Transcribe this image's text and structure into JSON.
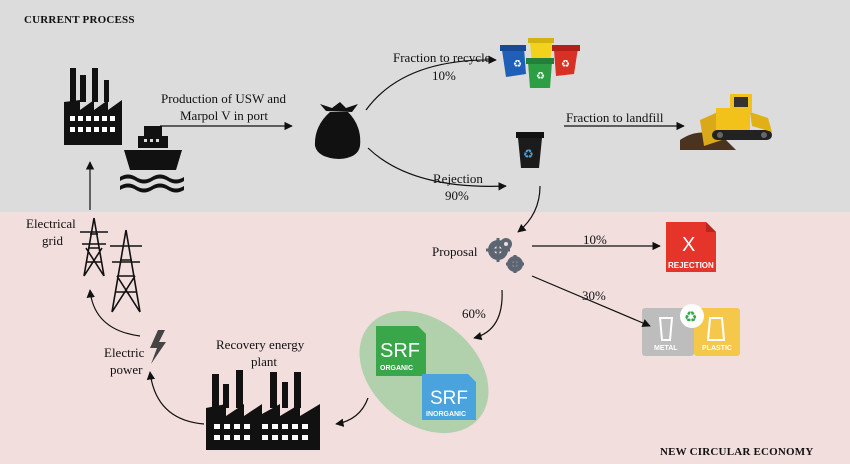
{
  "sections": {
    "current": "CURRENT PROCESS",
    "circular": "NEW CIRCULAR ECONOMY"
  },
  "labels": {
    "production_l1": "Production of USW and",
    "production_l2": "Marpol V in port",
    "fraction_recycle": "Fraction to recycle",
    "recycle_pct": "10%",
    "fraction_landfill": "Fraction to landfill",
    "rejection": "Rejection",
    "rejection_pct": "90%",
    "proposal": "Proposal",
    "proposal_reject_pct": "10%",
    "proposal_recycle_pct": "30%",
    "proposal_srf_pct": "60%",
    "recovery_l1": "Recovery energy",
    "recovery_l2": "plant",
    "electric_l1": "Electric",
    "electric_l2": "power",
    "grid_l1": "Electrical",
    "grid_l2": "grid"
  },
  "badges": {
    "srf": "SRF",
    "organic": "ORGANIC",
    "inorganic": "INORGANIC",
    "rejection_badge": "REJECTION",
    "x_mark": "X",
    "metal": "METAL",
    "plastic": "PLASTIC"
  },
  "colors": {
    "top_bg": "#dcdcdc",
    "bottom_bg": "#f3dede",
    "srf_organic": "#3aa64a",
    "srf_inorganic": "#4aa3dd",
    "srf_ellipse": "#a9cfa5",
    "rejection_red": "#e5352b",
    "metal_grey": "#bdbdbd",
    "plastic_yellow": "#f5c84c",
    "bulldozer_yellow": "#f2c21a"
  },
  "icons": [
    "factory-icon",
    "ship-icon",
    "trash-bag-icon",
    "recycle-bins-icon",
    "recycle-bin-icon",
    "bulldozer-icon",
    "gears-icon",
    "pylon-icon",
    "lightning-icon",
    "factory-plant-icon"
  ]
}
